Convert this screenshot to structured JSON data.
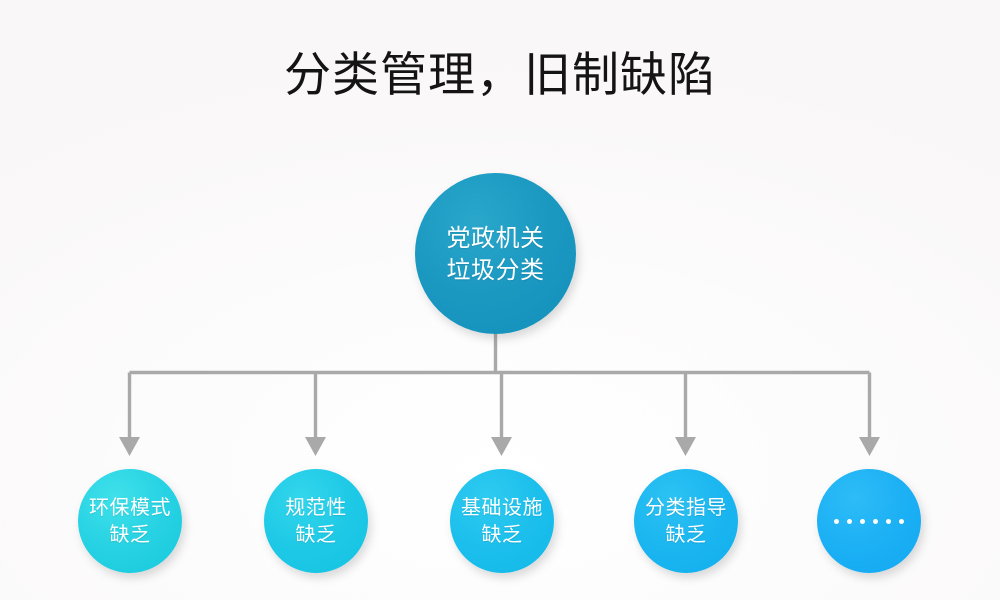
{
  "page": {
    "title": "分类管理，旧制缺陷",
    "background_color": "#fbf9fa",
    "connector_color": "#a9a9a9"
  },
  "diagram": {
    "type": "hierarchy-tree",
    "root": {
      "label": "党政机关\n垃圾分类",
      "color": "#1b99c1",
      "shape": "circle"
    },
    "branches": [
      {
        "label": "环保模式\n缺乏",
        "color": "#27d2e3",
        "shape": "circle"
      },
      {
        "label": "规范性\n缺乏",
        "color": "#1ec9e6",
        "shape": "circle"
      },
      {
        "label": "基础设施\n缺乏",
        "color": "#1cbfec",
        "shape": "circle"
      },
      {
        "label": "分类指导\n缺乏",
        "color": "#1bb6f0",
        "shape": "circle"
      },
      {
        "label": "……",
        "color": "#1cb0f4",
        "shape": "circle",
        "is_ellipsis": true
      }
    ],
    "ellipsis_dot_count": 6
  }
}
